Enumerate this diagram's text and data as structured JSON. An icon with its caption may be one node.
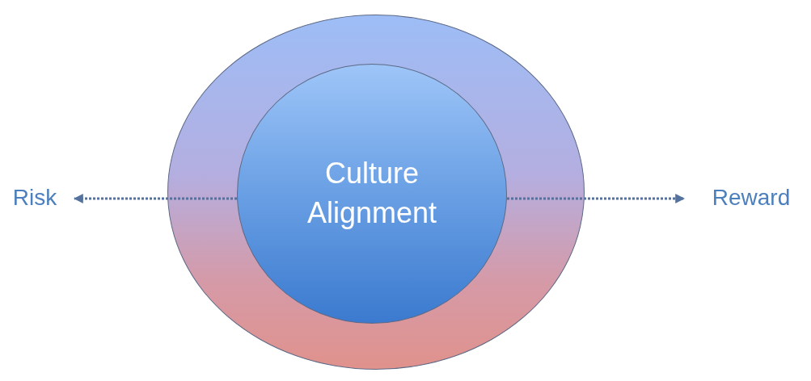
{
  "diagram": {
    "nodes": [
      {
        "text": [],
        "shape": "circle"
      },
      {
        "text": [
          "Culture Alignment"
        ],
        "in": 0
      },
      {
        "text": [
          "Risk"
        ]
      },
      {
        "text": [
          "Reward"
        ]
      }
    ],
    "edges": [
      {
        "from": 1,
        "to": 2,
        "arrow": "to",
        "style": "dashed"
      },
      {
        "from": 1,
        "to": 3,
        "arrow": "to",
        "style": "dashed"
      }
    ]
  }
}
